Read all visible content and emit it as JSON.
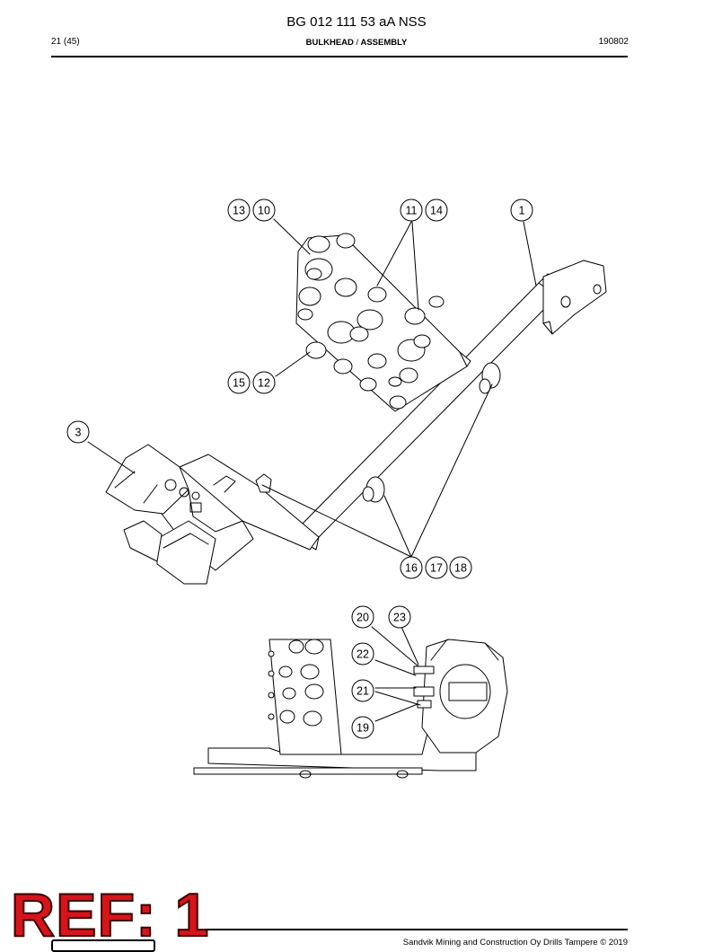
{
  "header": {
    "doc_title": "BG 012 111 53 aA NSS",
    "page": "21 (45)",
    "section_primary": "BULKHEAD",
    "section_sep": "/",
    "section_secondary": "ASSEMBLY",
    "date": "190802"
  },
  "footer": {
    "ref_stamp": "REF: 1",
    "copyright": "Sandvik Mining and Construction Oy Drills Tampere © 2019"
  },
  "callouts": [
    "13",
    "10",
    "11",
    "14",
    "1",
    "15",
    "12",
    "3",
    "16",
    "17",
    "18",
    "20",
    "23",
    "22",
    "21",
    "19"
  ]
}
